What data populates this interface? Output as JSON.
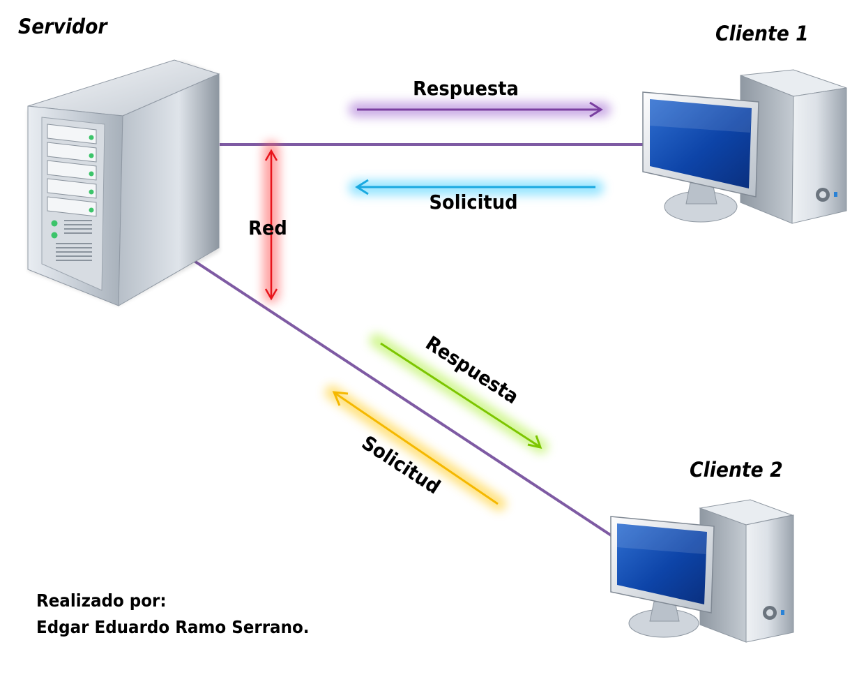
{
  "server": {
    "label": "Servidor"
  },
  "client1": {
    "label": "Cliente 1"
  },
  "client2": {
    "label": "Cliente 2"
  },
  "network": {
    "label": "Red"
  },
  "flows": {
    "client1_response": "Respuesta",
    "client1_request": "Solicitud",
    "client2_response": "Respuesta",
    "client2_request": "Solicitud"
  },
  "credits": {
    "line1": "Realizado por:",
    "line2": "Edgar Eduardo Ramo Serrano."
  },
  "colors": {
    "link_line": "#7e5aa3",
    "response1": "#7a3fa0",
    "request1": "#19a9e0",
    "response2": "#7cc500",
    "request2": "#f5b800",
    "network_arrow": "#e8141b"
  }
}
